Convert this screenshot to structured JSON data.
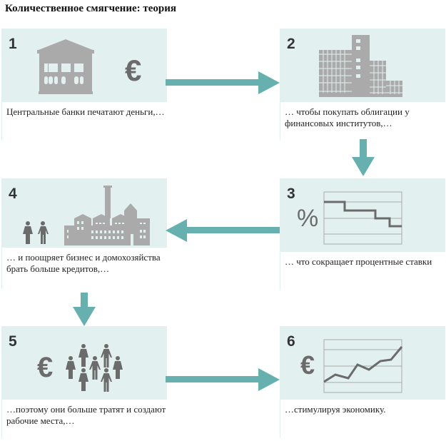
{
  "title": "Количественное смягчение: теория",
  "colors": {
    "panel_bg": "#e3f0f0",
    "arrow": "#66b0b0",
    "icon_light": "#aaaaaa",
    "icon_dark": "#6b6b6b"
  },
  "steps": [
    {
      "number": "1",
      "caption": "Центральные банки печатают деньги,…",
      "icon": "central-bank-euro-icon"
    },
    {
      "number": "2",
      "caption": "… чтобы покупать облигации у финансовых институтов,…",
      "icon": "office-buildings-icon"
    },
    {
      "number": "3",
      "caption": "… что сокращает процентные ставки",
      "icon": "percent-declining-chart-icon",
      "symbol": "%"
    },
    {
      "number": "4",
      "caption": "… и поощряет бизнес и домохозяйства брать больше кредитов,…",
      "icon": "people-factory-icon"
    },
    {
      "number": "5",
      "caption": "…поэтому они больше тратят и создают рабочие места,…",
      "icon": "euro-people-icon",
      "symbol": "€"
    },
    {
      "number": "6",
      "caption": "…стимулируя экономику.",
      "icon": "euro-rising-chart-icon",
      "symbol": "€"
    }
  ],
  "euro_symbol": "€",
  "flow": [
    "1→2",
    "2→3",
    "3→4",
    "4→5",
    "5→6"
  ]
}
